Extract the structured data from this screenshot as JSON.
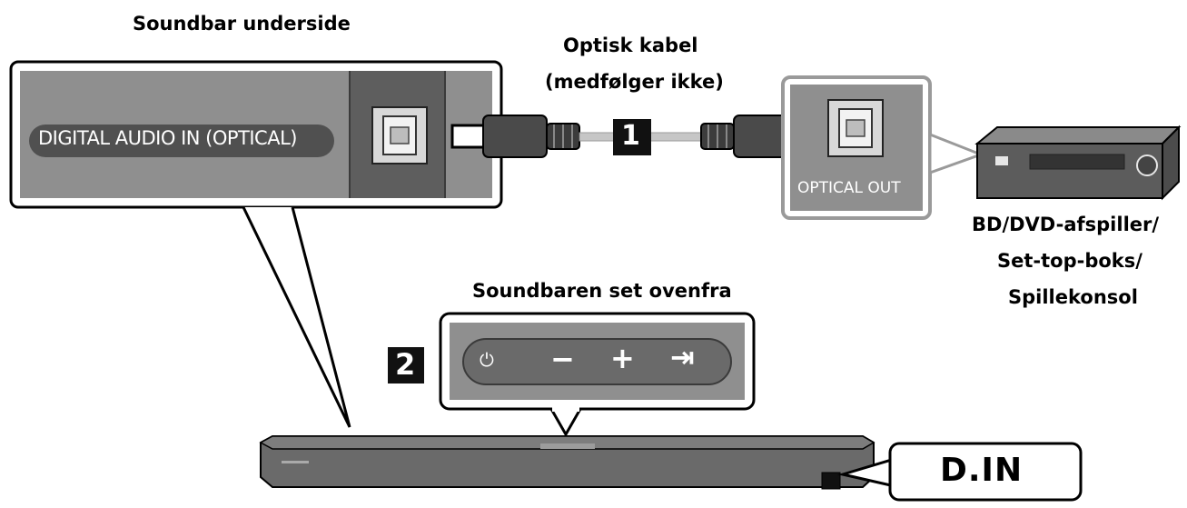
{
  "labels": {
    "soundbar_underside": "Soundbar underside",
    "cable_line1": "Optisk kabel",
    "cable_line2": "(medfølger ikke)",
    "digital_audio_in": "DIGITAL AUDIO IN (OPTICAL)",
    "optical_out": "OPTICAL OUT",
    "device_line1": "BD/DVD-afspiller/",
    "device_line2": "Set-top-boks/",
    "device_line3": "Spillekonsol",
    "top_view": "Soundbaren set ovenfra",
    "display": "D.IN"
  },
  "steps": [
    "1",
    "2"
  ],
  "buttons": [
    {
      "name": "power-icon",
      "glyph": "⏻"
    },
    {
      "name": "minus-icon",
      "glyph": "−"
    },
    {
      "name": "plus-icon",
      "glyph": "+"
    },
    {
      "name": "source-icon",
      "glyph": "⇥"
    }
  ],
  "colors": {
    "panel": "#8f8f8f",
    "panel_dark": "#5e5e5e",
    "soundbar": "#6d6d6d",
    "outline": "#000000"
  }
}
